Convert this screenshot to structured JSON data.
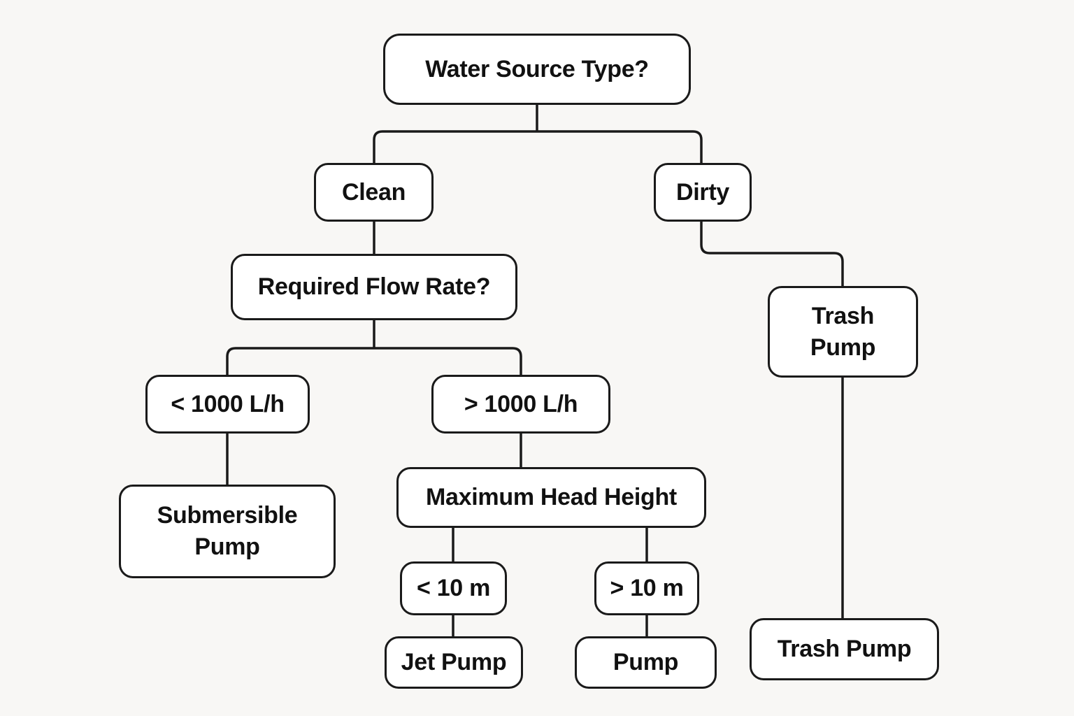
{
  "diagram": {
    "type": "decision-tree",
    "nodes": {
      "root": {
        "id": "root",
        "label": "Water Source Type?"
      },
      "clean": {
        "id": "clean",
        "label": "Clean"
      },
      "dirty": {
        "id": "dirty",
        "label": "Dirty"
      },
      "flow_rate": {
        "id": "flow_rate",
        "label": "Required Flow Rate?"
      },
      "flow_low": {
        "id": "flow_low",
        "label": "< 1000 L/h"
      },
      "flow_high": {
        "id": "flow_high",
        "label": "> 1000 L/h"
      },
      "submersible": {
        "id": "submersible",
        "label": "Submersible Pump"
      },
      "head_height": {
        "id": "head_height",
        "label": "Maximum Head Height"
      },
      "head_low": {
        "id": "head_low",
        "label": "< 10 m"
      },
      "head_high": {
        "id": "head_high",
        "label": "> 10 m"
      },
      "jet": {
        "id": "jet",
        "label": "Jet Pump"
      },
      "pump": {
        "id": "pump",
        "label": "Pump"
      },
      "trash_mid": {
        "id": "trash_mid",
        "label": "Trash Pump"
      },
      "trash_final": {
        "id": "trash_final",
        "label": "Trash Pump"
      }
    },
    "edges": [
      {
        "from": "root",
        "to": "clean"
      },
      {
        "from": "root",
        "to": "dirty"
      },
      {
        "from": "clean",
        "to": "flow_rate"
      },
      {
        "from": "flow_rate",
        "to": "flow_low"
      },
      {
        "from": "flow_rate",
        "to": "flow_high"
      },
      {
        "from": "flow_low",
        "to": "submersible"
      },
      {
        "from": "flow_high",
        "to": "head_height"
      },
      {
        "from": "head_height",
        "to": "head_low"
      },
      {
        "from": "head_height",
        "to": "head_high"
      },
      {
        "from": "head_low",
        "to": "jet"
      },
      {
        "from": "head_high",
        "to": "pump"
      },
      {
        "from": "dirty",
        "to": "trash_mid"
      },
      {
        "from": "trash_mid",
        "to": "trash_final"
      }
    ],
    "colors": {
      "background": "#f8f7f5",
      "node_fill": "#ffffff",
      "node_border": "#1a1a1a",
      "connector": "#1a1a1a",
      "text": "#111111"
    }
  }
}
